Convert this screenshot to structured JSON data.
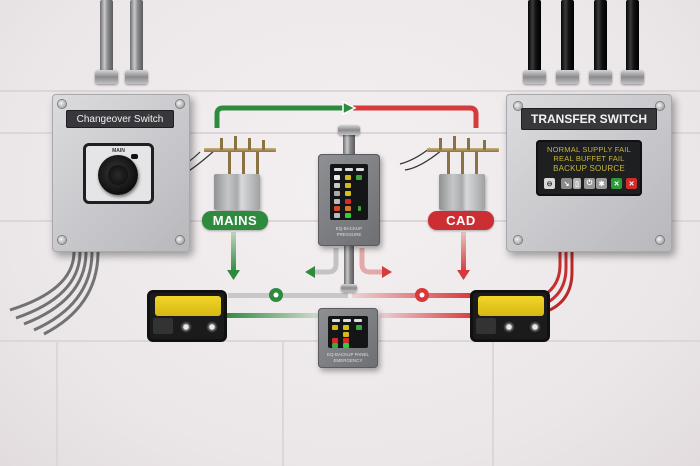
{
  "diagram": {
    "type": "power-transfer-schematic",
    "background": "white concrete block wall",
    "colors": {
      "mains_green": "#2e8b3e",
      "backup_red": "#d63a3a",
      "generator_yellow": "#e5c51c",
      "lcd_text": "#c9b53a",
      "panel_gray": "#c9c9cc"
    }
  },
  "changeover_switch": {
    "plate_label": "Changeover Switch",
    "rotary_label": "MAIN",
    "conduits": 2,
    "conduit_type": "steel"
  },
  "transfer_switch": {
    "plate_label": "TRANSFER SWITCH",
    "conduits": 4,
    "conduit_type": "black",
    "display_lines": [
      "NORMAL SUPPLY FAIL",
      "REAL BUFFET FAIL",
      "BACKUP SOURCE"
    ],
    "buttons": [
      {
        "icon": "display-icon",
        "glyph": "⊖",
        "color": "#d8d8d8"
      },
      {
        "icon": "wrench-icon",
        "glyph": "↘",
        "color": "#8a8a8a"
      },
      {
        "icon": "battery-icon",
        "glyph": "▯",
        "color": "#b0b0b0"
      },
      {
        "icon": "power-icon",
        "glyph": "⏻",
        "color": "#9a9a9a"
      },
      {
        "icon": "settings-icon",
        "glyph": "✱",
        "color": "#9a9a9a"
      },
      {
        "icon": "confirm-icon",
        "glyph": "✕",
        "color": "#2f9a3a"
      },
      {
        "icon": "cancel-icon",
        "glyph": "✕",
        "color": "#d42a2a"
      }
    ]
  },
  "labels": {
    "mains": "MAINS",
    "backup": "CAD"
  },
  "control_panel_upper": {
    "caption_line1": "EQ-BACKUP",
    "caption_line2": "PRESSURE"
  },
  "control_panel_lower": {
    "caption_line1": "EQ-BACKUP PANEL",
    "caption_line2": "EMERGENCY"
  },
  "generators": [
    {
      "id": "left",
      "color": "#e5c51c",
      "feed": "mains"
    },
    {
      "id": "right",
      "color": "#e5c51c",
      "feed": "backup"
    }
  ],
  "flow_markers": {
    "top_junction_arrow": "▶",
    "left_bus_marker": "◉",
    "right_bus_marker": "◉"
  }
}
